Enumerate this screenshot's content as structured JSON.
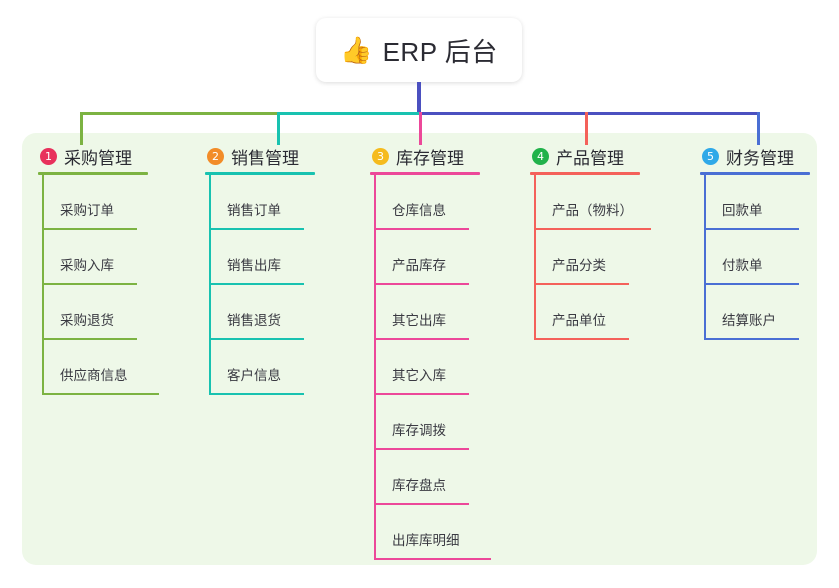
{
  "root": {
    "emoji": "👍",
    "icon_name": "thumbs-up-icon",
    "title": "ERP 后台"
  },
  "theme": {
    "panel_bg": "#eef8e8",
    "card_bg": "#ffffff",
    "text": "#2b2b33",
    "trunk": "#4b50c0"
  },
  "connectors": {
    "segment_1_color": "#7cb342",
    "segment_2_color": "#18c2b0",
    "segment_3_color": "#4b50c0"
  },
  "columns": [
    {
      "index": "1",
      "title": "采购管理",
      "badge_color": "#e8315c",
      "line_color": "#7cb342",
      "items": [
        "采购订单",
        "采购入库",
        "采购退货",
        "供应商信息"
      ]
    },
    {
      "index": "2",
      "title": "销售管理",
      "badge_color": "#f28c28",
      "line_color": "#18c2b0",
      "items": [
        "销售订单",
        "销售出库",
        "销售退货",
        "客户信息"
      ]
    },
    {
      "index": "3",
      "title": "库存管理",
      "badge_color": "#f5bb1d",
      "line_color": "#ec4899",
      "items": [
        "仓库信息",
        "产品库存",
        "其它出库",
        "其它入库",
        "库存调拨",
        "库存盘点",
        "出库库明细"
      ]
    },
    {
      "index": "4",
      "title": "产品管理",
      "badge_color": "#21b24b",
      "line_color": "#f4615a",
      "items": [
        "产品（物料）",
        "产品分类",
        "产品单位"
      ]
    },
    {
      "index": "5",
      "title": "财务管理",
      "badge_color": "#2fa9e8",
      "line_color": "#4a6fd4",
      "items": [
        "回款单",
        "付款单",
        "结算账户"
      ]
    }
  ]
}
